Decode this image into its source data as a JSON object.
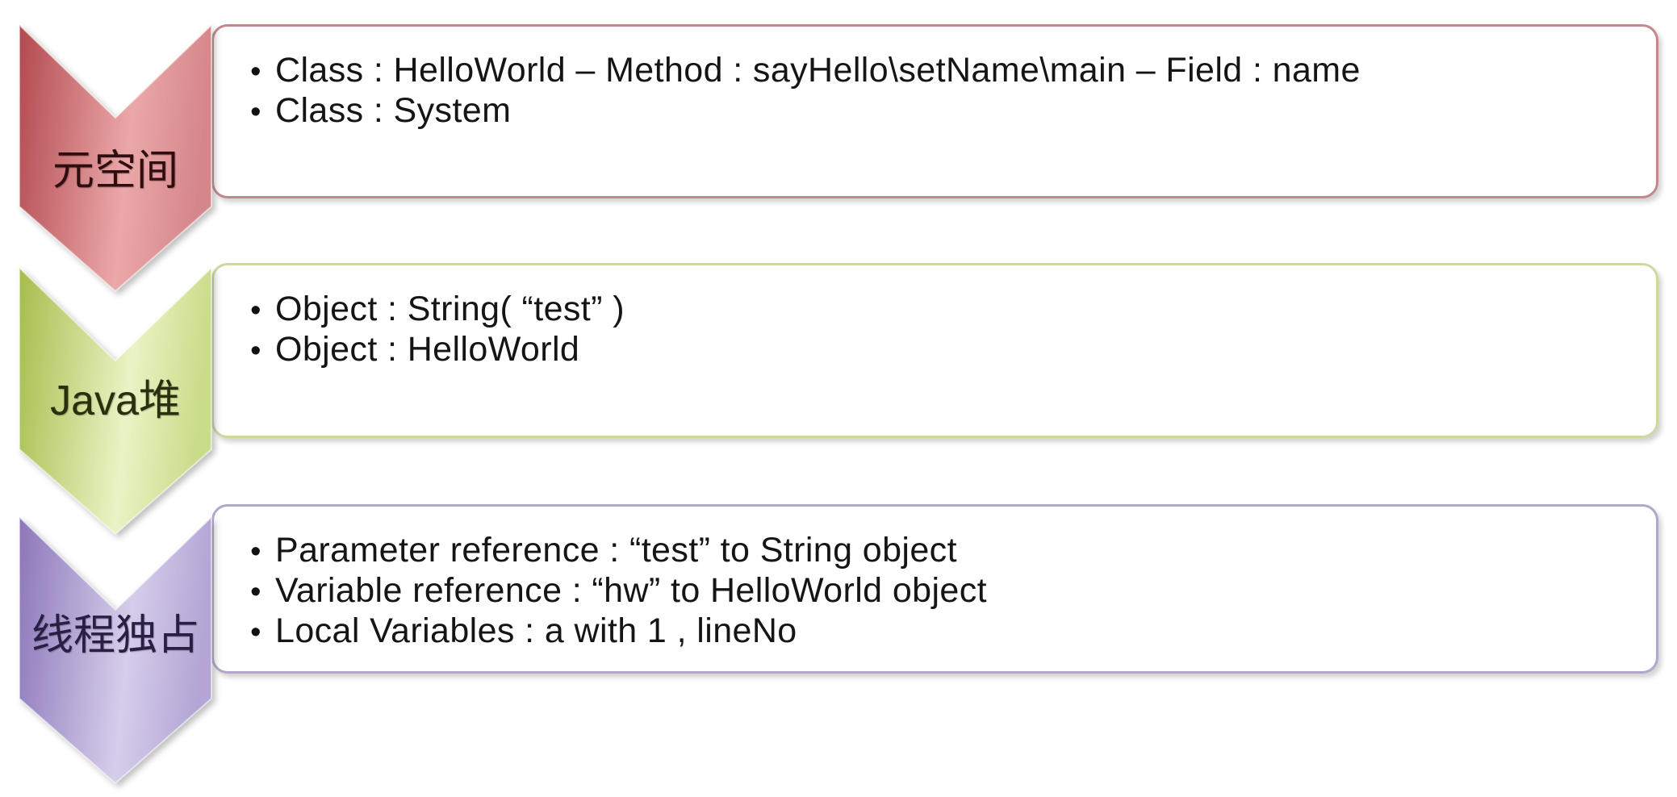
{
  "diagram": {
    "type": "vertical-chevron-list",
    "bullet_glyph": "•",
    "rows": [
      {
        "label": "元空间",
        "bullets": [
          "Class : HelloWorld – Method : sayHello\\setName\\main – Field : name",
          "Class : System"
        ],
        "colors": {
          "chevron-dark": "#b24a4f",
          "chevron-light": "#eba8a9",
          "chevron-end": "#d5868a",
          "box-border": "#c3888c",
          "label": "#300e0f"
        }
      },
      {
        "label": "Java堆",
        "bullets": [
          "Object : String( “test” )",
          "Object : HelloWorld"
        ],
        "colors": {
          "chevron-dark": "#a6bd4c",
          "chevron-light": "#eaf3c5",
          "chevron-end": "#c9dc89",
          "box-border": "#cbdb9e",
          "label": "#2a300d"
        }
      },
      {
        "label": "线程独占",
        "bullets": [
          "Parameter reference :  “test”  to String object",
          "Variable reference :  “hw”  to  HelloWorld object",
          "Local Variables : a with 1 , lineNo"
        ],
        "colors": {
          "chevron-dark": "#8b77b9",
          "chevron-light": "#d6cdea",
          "chevron-end": "#b4a5d5",
          "box-border": "#b3a6cb",
          "label": "#2a1e45"
        }
      }
    ]
  }
}
